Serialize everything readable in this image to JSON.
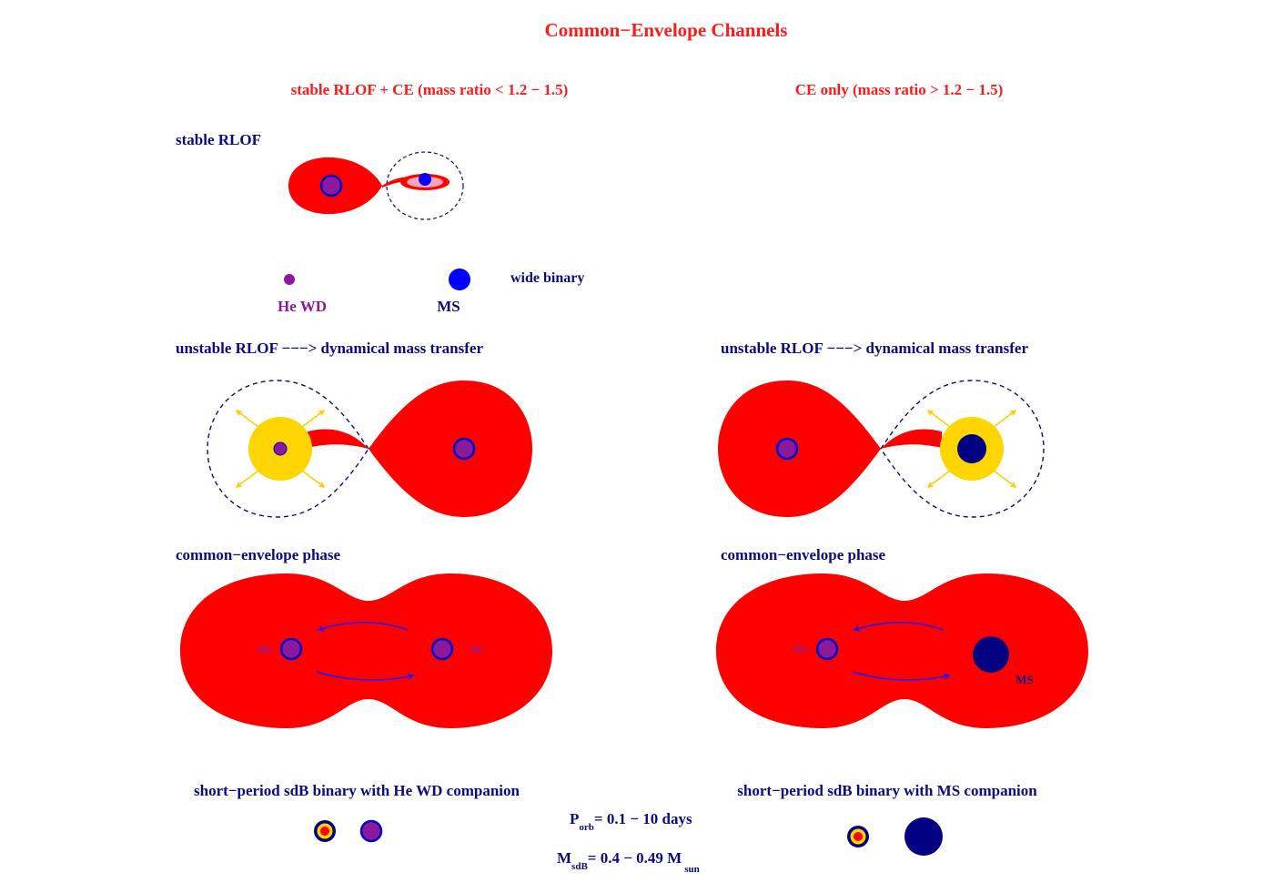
{
  "title": "Common−Envelope Channels",
  "columns": {
    "left": "stable RLOF + CE (mass ratio < 1.2 − 1.5)",
    "right": "CE only (mass ratio > 1.2 − 1.5)"
  },
  "stages": {
    "stable_rlof": "stable RLOF",
    "unstable_left": "unstable RLOF −−−> dynamical mass transfer",
    "unstable_right": "unstable RLOF −−−> dynamical mass transfer",
    "ce_left": "common−envelope phase",
    "ce_right": "common−envelope phase",
    "final_left": "short−period sdB binary with He WD companion",
    "final_right": "short−period sdB binary with MS companion"
  },
  "wide_binary": {
    "label": "wide binary",
    "he_wd": "He WD",
    "ms": "MS"
  },
  "ce_labels": {
    "he_1": "He",
    "he_2": "He",
    "he_3": "He",
    "ms": "MS"
  },
  "formula": {
    "p_main": "P",
    "p_sub": "orb",
    "p_rest": "= 0.1 − 10 days",
    "m_main": "M",
    "m_sub": "sdB",
    "m_rest": "= 0.4 − 0.49 M",
    "m_sub2": "sun"
  },
  "colors": {
    "title": "#ff1a1a",
    "heading": "#0a0a85",
    "envelope": "#ff0000",
    "he_core": "#8b1a9a",
    "ms_star": "#0000ff",
    "ms_core": "#000080",
    "accretor_glow": "#ffd500",
    "arrows": "#1a1aff"
  },
  "icons": [
    "roche-lobe",
    "accretion-disk",
    "he-core",
    "ms-star",
    "outflow-arrow",
    "orbit-arrow",
    "sdb-star"
  ]
}
